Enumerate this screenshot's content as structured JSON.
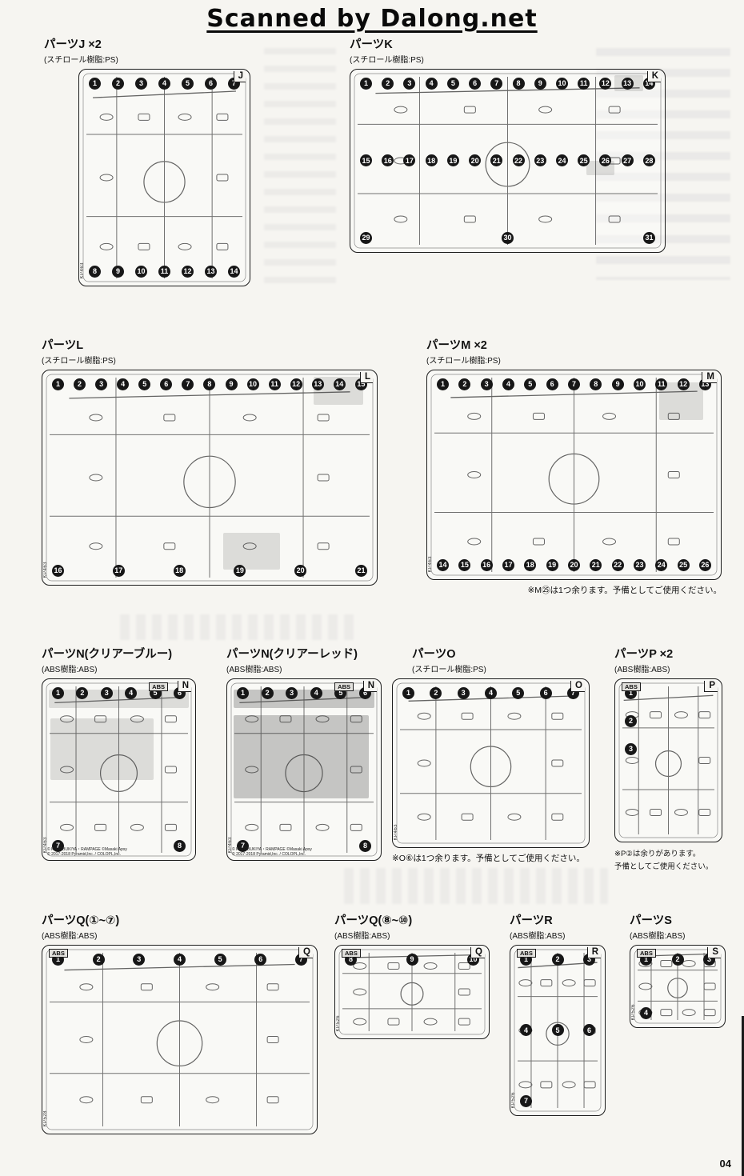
{
  "page": {
    "watermark": "Scanned by Dalong.net",
    "page_number": "04"
  },
  "panels": {
    "j": {
      "title": "パーツJ ×2",
      "material": "(スチロール樹脂:PS)",
      "letter": "J",
      "code": "KP463",
      "parts": [
        "1",
        "2",
        "3",
        "4",
        "5",
        "6",
        "7",
        "8",
        "9",
        "10",
        "11",
        "12",
        "13",
        "14"
      ]
    },
    "k": {
      "title": "パーツK",
      "material": "(スチロール樹脂:PS)",
      "letter": "K",
      "parts": [
        "1",
        "2",
        "3",
        "4",
        "5",
        "6",
        "7",
        "8",
        "9",
        "10",
        "11",
        "12",
        "13",
        "14",
        "15",
        "16",
        "17",
        "18",
        "19",
        "20",
        "21",
        "22",
        "23",
        "24",
        "25",
        "26",
        "27",
        "28",
        "29",
        "30",
        "31"
      ]
    },
    "l": {
      "title": "パーツL",
      "material": "(スチロール樹脂:PS)",
      "letter": "L",
      "code": "KP463",
      "parts": [
        "1",
        "2",
        "3",
        "4",
        "5",
        "6",
        "7",
        "8",
        "9",
        "10",
        "11",
        "12",
        "13",
        "14",
        "15",
        "16",
        "17",
        "18",
        "19",
        "20",
        "21"
      ]
    },
    "m": {
      "title": "パーツM ×2",
      "material": "(スチロール樹脂:PS)",
      "letter": "M",
      "code": "KP463",
      "note": "※M㉕は1つ余ります。予備としてご使用ください。",
      "parts": [
        "1",
        "2",
        "3",
        "4",
        "5",
        "6",
        "7",
        "8",
        "9",
        "10",
        "11",
        "12",
        "13",
        "14",
        "15",
        "16",
        "17",
        "18",
        "19",
        "20",
        "21",
        "22",
        "23",
        "24",
        "25",
        "26"
      ]
    },
    "n_blue": {
      "title": "パーツN(クリアーブルー)",
      "material": "(ABS樹脂:ABS)",
      "letter": "N",
      "badge": "ABS",
      "code": "KP463",
      "copyright1": "© KOTOBUKIYA・RAMPAGE ©Masaki Apsy",
      "copyright2": "© 2017-2018 Pyramid,Inc. / COLOPL,Inc.",
      "parts": [
        "1",
        "2",
        "3",
        "4",
        "5",
        "6",
        "7",
        "8"
      ]
    },
    "n_red": {
      "title": "パーツN(クリアーレッド)",
      "material": "(ABS樹脂:ABS)",
      "letter": "N",
      "badge": "ABS",
      "code": "KP463",
      "copyright1": "© KOTOBUKIYA・RAMPAGE ©Masaki Apsy",
      "copyright2": "© 2017-2018 Pyramid,Inc. / COLOPL,Inc.",
      "parts": [
        "1",
        "2",
        "3",
        "4",
        "5",
        "6",
        "7",
        "8"
      ]
    },
    "o": {
      "title": "パーツO",
      "material": "(スチロール樹脂:PS)",
      "letter": "O",
      "code": "KP463",
      "note": "※O⑥は1つ余ります。予備としてご使用ください。",
      "parts": [
        "1",
        "2",
        "3",
        "4",
        "5",
        "6",
        "7"
      ]
    },
    "p": {
      "title": "パーツP ×2",
      "material": "(ABS樹脂:ABS)",
      "letter": "P",
      "badge": "ABS",
      "note1": "※P②は余りがあります。",
      "note2": "予備としてご使用ください。",
      "parts": [
        "1",
        "2",
        "3"
      ]
    },
    "q1": {
      "title": "パーツQ(①~⑦)",
      "material": "(ABS樹脂:ABS)",
      "letter": "Q",
      "badge": "ABS",
      "code": "KP528",
      "parts": [
        "1",
        "2",
        "3",
        "4",
        "5",
        "6",
        "7"
      ]
    },
    "q2": {
      "title": "パーツQ(⑧~⑩)",
      "material": "(ABS樹脂:ABS)",
      "letter": "Q",
      "badge": "ABS",
      "code": "KP526",
      "parts": [
        "8",
        "9",
        "10"
      ]
    },
    "r": {
      "title": "パーツR",
      "material": "(ABS樹脂:ABS)",
      "letter": "R",
      "badge": "ABS",
      "code": "KP526",
      "parts": [
        "1",
        "2",
        "3",
        "4",
        "5",
        "6",
        "7"
      ]
    },
    "s": {
      "title": "パーツS",
      "material": "(ABS樹脂:ABS)",
      "letter": "S",
      "badge": "ABS",
      "code": "KP526",
      "parts": [
        "1",
        "2",
        "3",
        "4"
      ]
    }
  }
}
